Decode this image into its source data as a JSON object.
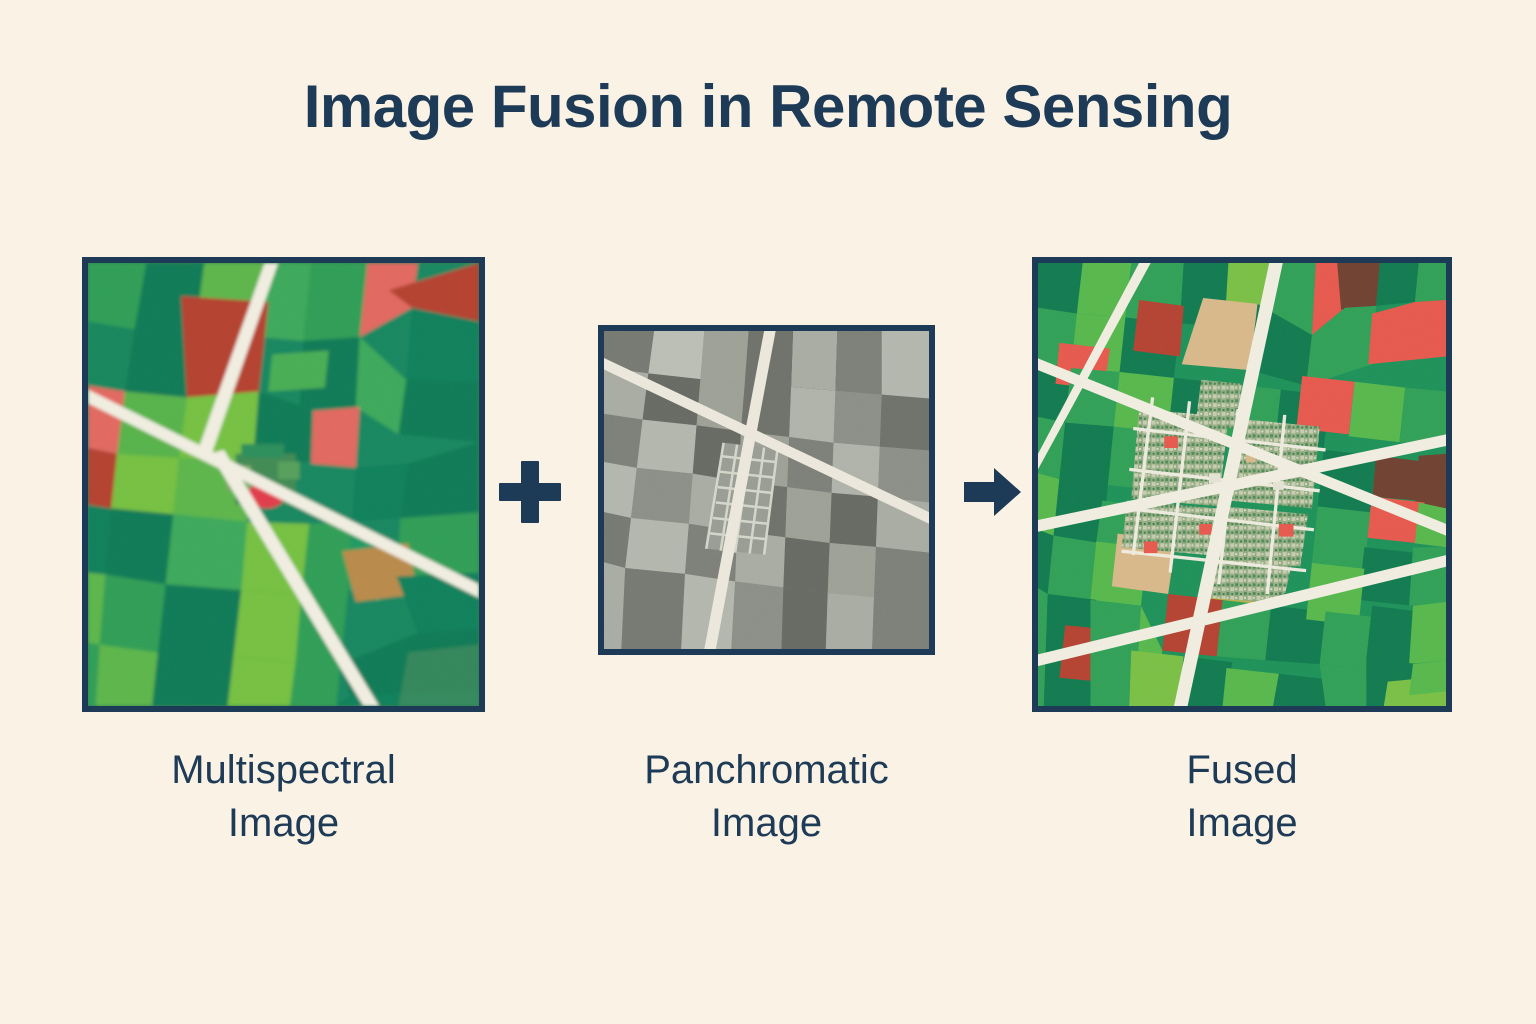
{
  "page": {
    "title": "Image Fusion in Remote Sensing",
    "background_color": "#faf2e4",
    "ink_color": "#1d3a57"
  },
  "panels": [
    {
      "id": "multispectral",
      "caption_line1": "Multispectral",
      "caption_line2": "Image",
      "kind": "color-aerial-low-resolution",
      "border_color": "#1d3a57",
      "palette": {
        "green_dark": "#0f7a55",
        "green_mid": "#2e9e55",
        "green_light": "#5cb648",
        "green_yellow": "#7cc242",
        "teal": "#14866a",
        "red_dark": "#b5402f",
        "red_salmon": "#e2685e",
        "tan": "#b98a4a",
        "road": "#f2efe2"
      }
    },
    {
      "id": "panchromatic",
      "caption_line1": "Panchromatic",
      "caption_line2": "Image",
      "kind": "grayscale-aerial-high-resolution",
      "border_color": "#1d3a57",
      "palette": {
        "gray_darkest": "#5f625c",
        "gray_dark": "#74776f",
        "gray_mid": "#8b8e85",
        "gray_light": "#a3a69c",
        "gray_lightest": "#bcbfb5",
        "road": "#efeade"
      }
    },
    {
      "id": "fused",
      "caption_line1": "Fused",
      "caption_line2": "Image",
      "kind": "color-aerial-high-resolution",
      "border_color": "#1d3a57",
      "palette": {
        "green_dark": "#0e7a4e",
        "green_mid": "#2ea055",
        "green_light": "#55b84a",
        "green_yellow": "#79c043",
        "red": "#e8574b",
        "red_dark": "#b5402f",
        "brown": "#6e3f2e",
        "tan": "#d9b98a",
        "olive": "#b9b24a",
        "urban_mottle": "#8aa87e",
        "road": "#f2efe2"
      }
    }
  ],
  "operators": [
    {
      "id": "plus",
      "symbol": "+",
      "meaning": "combined-with"
    },
    {
      "id": "arrow",
      "symbol": "→",
      "meaning": "produces"
    }
  ]
}
